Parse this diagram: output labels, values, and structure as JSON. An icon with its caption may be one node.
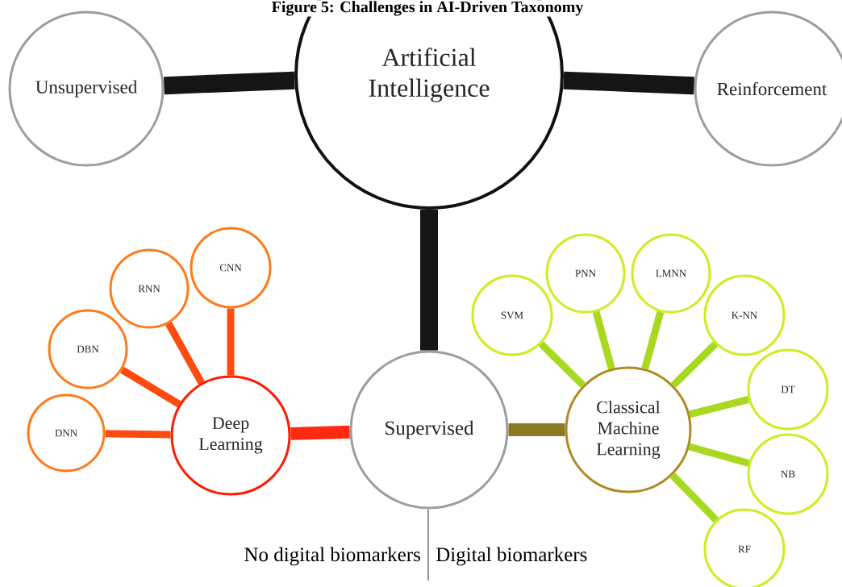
{
  "diagram": {
    "title": "Figure 5: Challenges in AI-Driven Taxonomy",
    "nodes": [
      {
        "text": [
          "Artificial Intelligence"
        ]
      },
      {
        "text": [
          "Unsupervised"
        ]
      },
      {
        "text": [
          "Reinforcement"
        ]
      },
      {
        "text": [
          "Supervised"
        ]
      },
      {
        "text": [
          "Deep Learning"
        ]
      },
      {
        "text": [
          "DNN"
        ]
      },
      {
        "text": [
          "DBN"
        ]
      },
      {
        "text": [
          "RNN"
        ]
      },
      {
        "text": [
          "CNN"
        ]
      },
      {
        "text": [
          "Classical Machine Learning"
        ]
      },
      {
        "text": [
          "SVM"
        ]
      },
      {
        "text": [
          "PNN"
        ]
      },
      {
        "text": [
          "LMNN"
        ]
      },
      {
        "text": [
          "K-NN"
        ]
      },
      {
        "text": [
          "DT"
        ]
      },
      {
        "text": [
          "NB"
        ]
      },
      {
        "text": [
          "RF"
        ]
      }
    ],
    "edges": [
      {
        "from": 0,
        "to": 1,
        "arrow": "none",
        "style": "thick",
        "color": "#151515"
      },
      {
        "from": 0,
        "to": 2,
        "arrow": "none",
        "style": "thick",
        "color": "#151515"
      },
      {
        "from": 0,
        "to": 3,
        "arrow": "none",
        "style": "thick",
        "color": "#151515"
      },
      {
        "from": 3,
        "to": 4,
        "arrow": "none",
        "color": "#ff2a10"
      },
      {
        "from": 3,
        "to": 9,
        "arrow": "none",
        "color": "#8c7a22"
      },
      {
        "from": 4,
        "to": 5,
        "arrow": "none",
        "color": "#ff4a10"
      },
      {
        "from": 4,
        "to": 6,
        "arrow": "none",
        "color": "#ff4a10"
      },
      {
        "from": 4,
        "to": 7,
        "arrow": "none",
        "color": "#ff4a10"
      },
      {
        "from": 4,
        "to": 8,
        "arrow": "none",
        "color": "#ff4a10"
      },
      {
        "from": 9,
        "to": 10,
        "arrow": "none",
        "color": "#a8d820"
      },
      {
        "from": 9,
        "to": 11,
        "arrow": "none",
        "color": "#a8d820"
      },
      {
        "from": 9,
        "to": 12,
        "arrow": "none",
        "color": "#a8d820"
      },
      {
        "from": 9,
        "to": 13,
        "arrow": "none",
        "color": "#a8d820"
      },
      {
        "from": 9,
        "to": 14,
        "arrow": "none",
        "color": "#a8d820"
      },
      {
        "from": 9,
        "to": 15,
        "arrow": "none",
        "color": "#a8d820"
      },
      {
        "from": 9,
        "to": 16,
        "arrow": "none",
        "color": "#a8d820"
      }
    ],
    "labels": [
      "No digital biomarkers",
      "Digital biomarkers"
    ]
  }
}
